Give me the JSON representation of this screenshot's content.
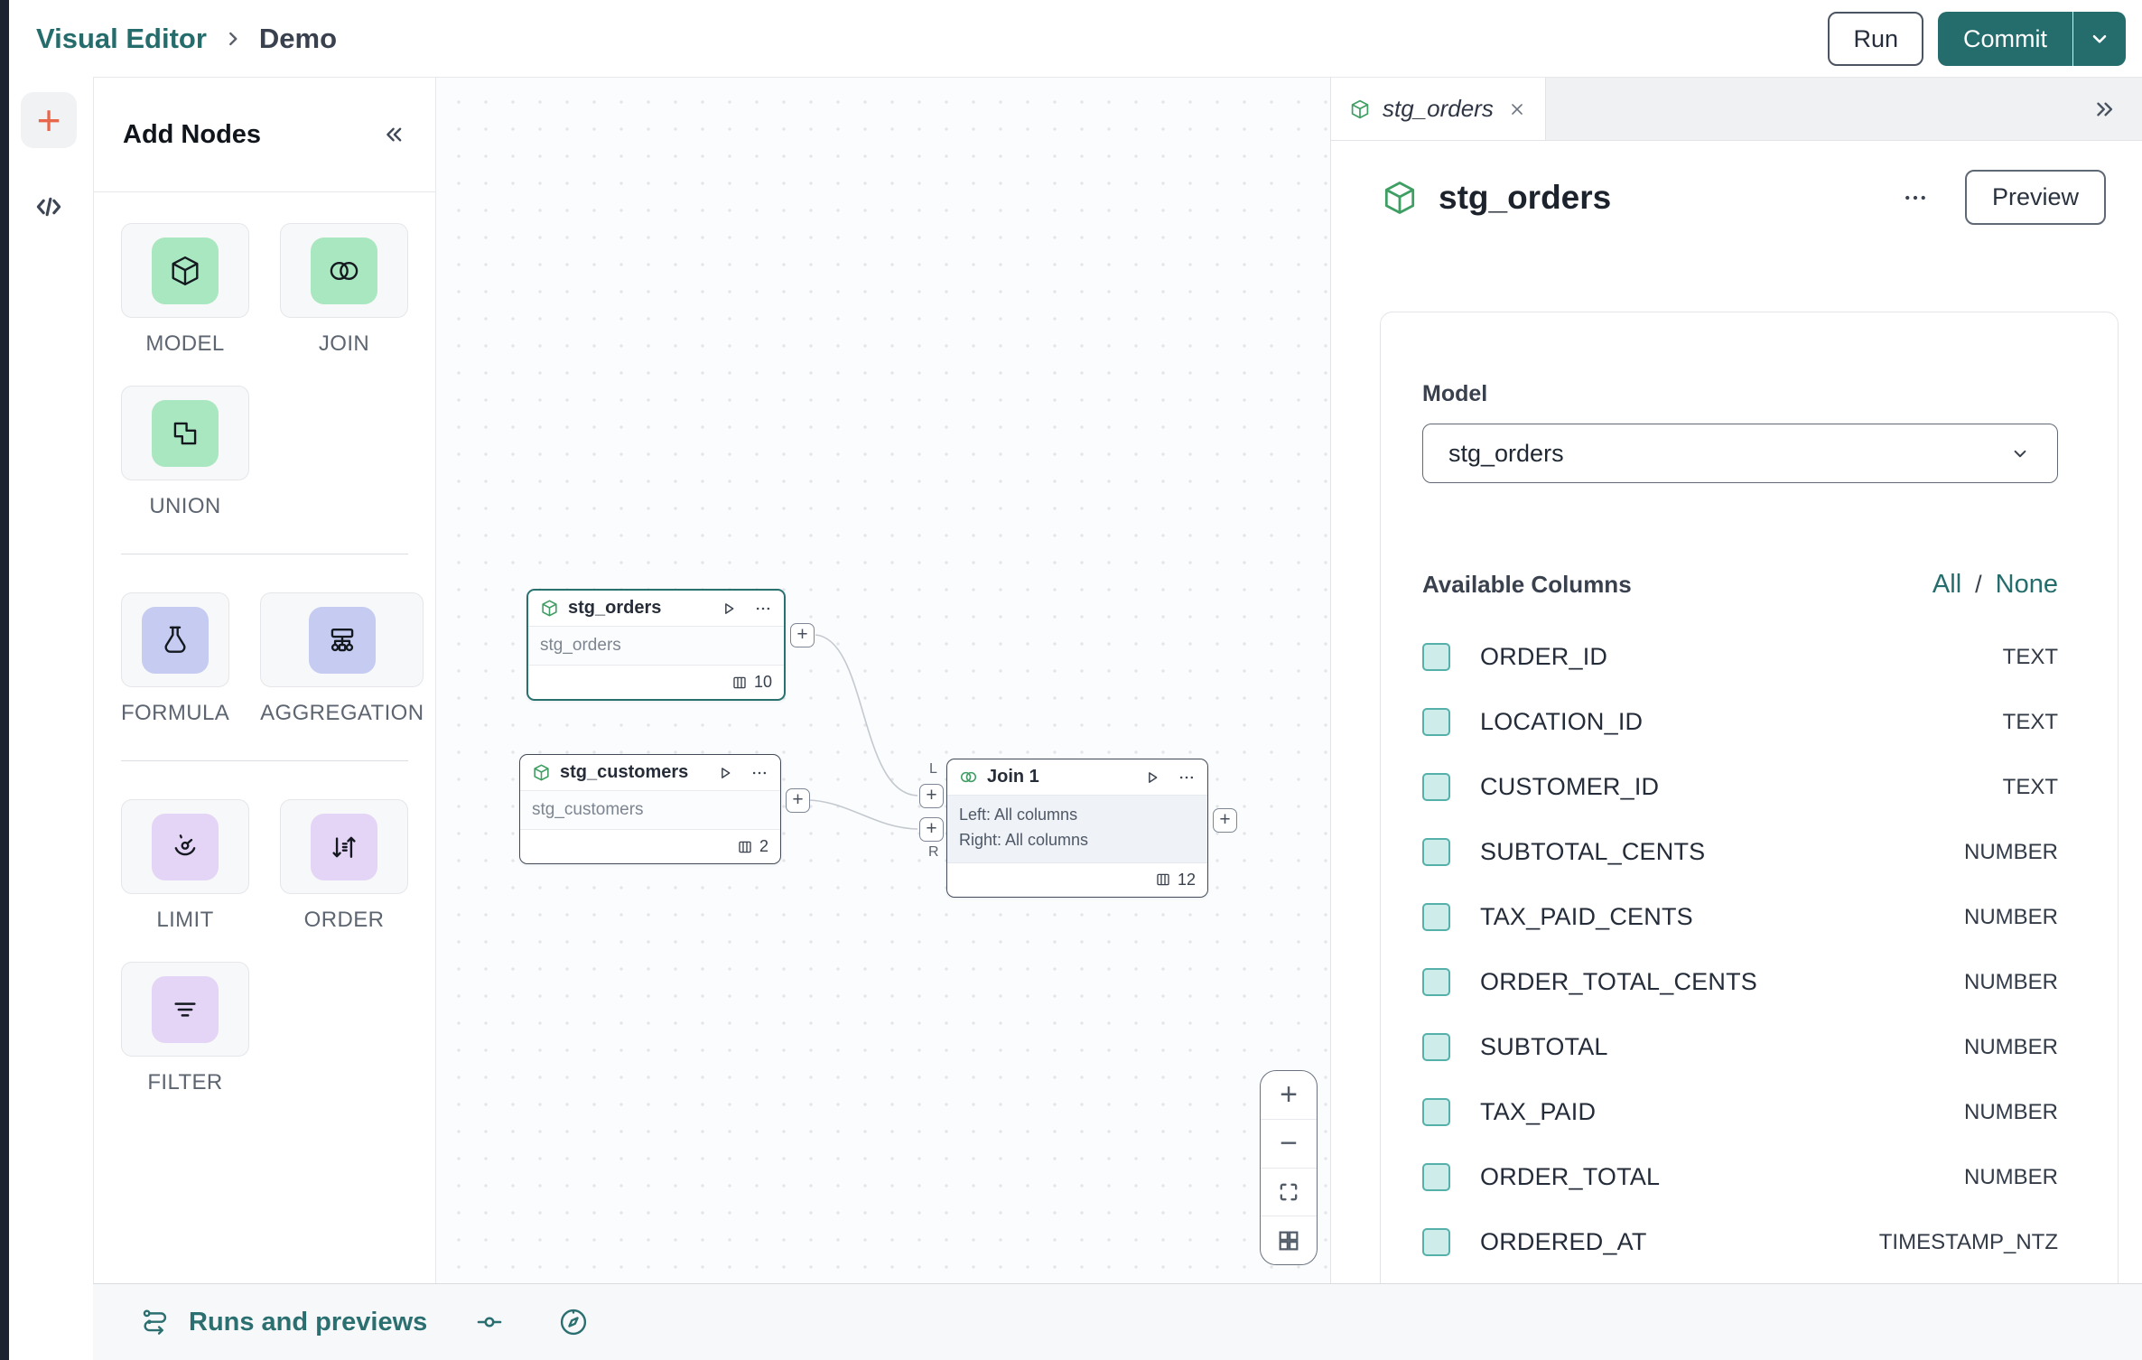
{
  "header": {
    "breadcrumb": {
      "app": "Visual Editor",
      "page": "Demo"
    },
    "run_label": "Run",
    "commit_label": "Commit"
  },
  "add_nodes": {
    "title": "Add Nodes",
    "items": [
      {
        "label": "MODEL"
      },
      {
        "label": "JOIN"
      },
      {
        "label": "UNION"
      },
      {
        "label": "FORMULA"
      },
      {
        "label": "AGGREGATION"
      },
      {
        "label": "LIMIT"
      },
      {
        "label": "ORDER"
      },
      {
        "label": "FILTER"
      }
    ]
  },
  "canvas": {
    "nodes": [
      {
        "title": "stg_orders",
        "subtitle": "stg_orders",
        "column_count": "10"
      },
      {
        "title": "stg_customers",
        "subtitle": "stg_customers",
        "column_count": "2"
      },
      {
        "title": "Join 1",
        "left_line": "Left: All columns",
        "right_line": "Right: All columns",
        "column_count": "12",
        "port_left": "L",
        "port_right": "R"
      }
    ],
    "zoom_controls": {
      "zoom_in": "+",
      "zoom_out": "−"
    }
  },
  "panel": {
    "tab_title": "stg_orders",
    "title": "stg_orders",
    "preview_label": "Preview",
    "model_label": "Model",
    "model_value": "stg_orders",
    "columns_title": "Available Columns",
    "select_all": "All",
    "select_slash": "/",
    "select_none": "None",
    "columns": [
      {
        "name": "ORDER_ID",
        "type": "TEXT"
      },
      {
        "name": "LOCATION_ID",
        "type": "TEXT"
      },
      {
        "name": "CUSTOMER_ID",
        "type": "TEXT"
      },
      {
        "name": "SUBTOTAL_CENTS",
        "type": "NUMBER"
      },
      {
        "name": "TAX_PAID_CENTS",
        "type": "NUMBER"
      },
      {
        "name": "ORDER_TOTAL_CENTS",
        "type": "NUMBER"
      },
      {
        "name": "SUBTOTAL",
        "type": "NUMBER"
      },
      {
        "name": "TAX_PAID",
        "type": "NUMBER"
      },
      {
        "name": "ORDER_TOTAL",
        "type": "NUMBER"
      },
      {
        "name": "ORDERED_AT",
        "type": "TIMESTAMP_NTZ"
      }
    ]
  },
  "bottom_bar": {
    "runs_label": "Runs and previews"
  },
  "colors": {
    "accent_teal": "#256c6d",
    "node_icon_green": "#3f9e63",
    "tile_green": "#a9e7c0",
    "tile_periwinkle": "#c5cbf1",
    "tile_lilac": "#e4d4f6",
    "checkbox_fill": "#cdecea",
    "checkbox_border": "#54b0a9",
    "selected_node_border": "#28716f",
    "rail_plus_orange": "#e8674a"
  }
}
